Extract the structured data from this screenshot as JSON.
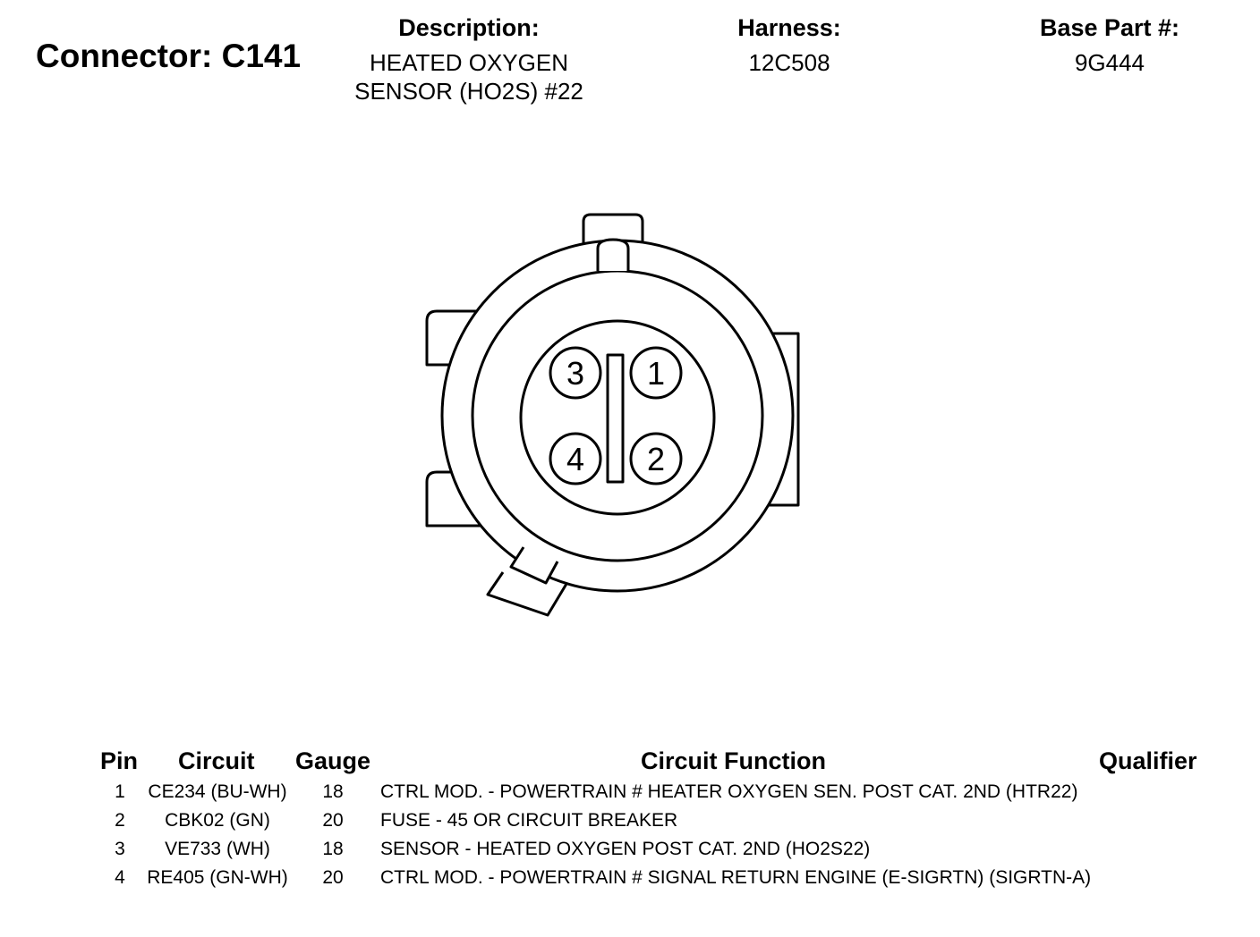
{
  "header": {
    "connector_title": "Connector: C141",
    "description_label": "Description:",
    "description_value": "HEATED OXYGEN SENSOR (HO2S) #22",
    "harness_label": "Harness:",
    "harness_value": "12C508",
    "base_part_label": "Base Part #:",
    "base_part_value": "9G444"
  },
  "connector": {
    "pins": [
      "3",
      "1",
      "4",
      "2"
    ]
  },
  "table": {
    "headers": {
      "pin": "Pin",
      "circuit": "Circuit",
      "gauge": "Gauge",
      "function": "Circuit Function",
      "qualifier": "Qualifier"
    },
    "rows": [
      {
        "pin": "1",
        "circuit": "CE234 (BU-WH)",
        "gauge": "18",
        "function": "CTRL MOD. - POWERTRAIN # HEATER OXYGEN SEN. POST CAT. 2ND (HTR22)",
        "qualifier": ""
      },
      {
        "pin": "2",
        "circuit": "CBK02 (GN)",
        "gauge": "20",
        "function": "FUSE - 45 OR CIRCUIT BREAKER",
        "qualifier": ""
      },
      {
        "pin": "3",
        "circuit": "VE733 (WH)",
        "gauge": "18",
        "function": "SENSOR - HEATED OXYGEN POST CAT. 2ND (HO2S22)",
        "qualifier": ""
      },
      {
        "pin": "4",
        "circuit": "RE405 (GN-WH)",
        "gauge": "20",
        "function": "CTRL MOD. - POWERTRAIN # SIGNAL RETURN ENGINE (E-SIGRTN) (SIGRTN-A)",
        "qualifier": ""
      }
    ]
  }
}
